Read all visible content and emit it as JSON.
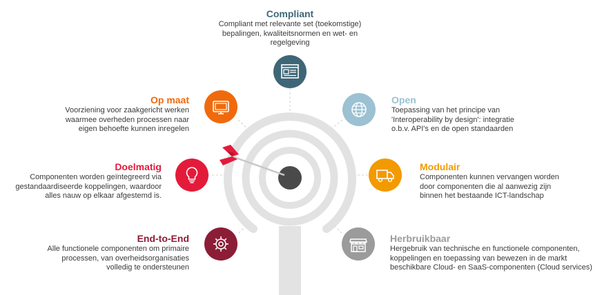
{
  "colors": {
    "compliant": "#3f6677",
    "open": "#9cc1d2",
    "modulair": "#f29a00",
    "herbruikbaar": "#9b9b9b",
    "endtoend": "#8c1d36",
    "doelmatig": "#e31b3b",
    "opmaat": "#f06a0c",
    "target": "#e0e0e0",
    "center": "#4a4a4a",
    "dart": "#e31b3b"
  },
  "items": {
    "compliant": {
      "title": "Compliant",
      "desc": [
        "Compliant met relevante set (toekomstige)",
        "bepalingen, kwaliteitsnormen en wet- en",
        "regelgeving"
      ],
      "icon": "browser-window-icon"
    },
    "open": {
      "title": "Open",
      "desc": [
        "Toepassing van het principe van",
        "'Interoperability by design': integratie",
        "o.b.v. API's en de open standaarden"
      ],
      "icon": "globe-icon"
    },
    "modulair": {
      "title": "Modulair",
      "desc": [
        "Componenten kunnen vervangen worden",
        "door componenten die al aanwezig zijn",
        "binnen het bestaande ICT-landschap"
      ],
      "icon": "truck-icon"
    },
    "herbruikbaar": {
      "title": "Herbruikbaar",
      "desc": [
        "Hergebruik van technische en functionele componenten,",
        "koppelingen en toepassing van bewezen in de markt",
        "beschikbare Cloud- en SaaS-componenten (Cloud services)"
      ],
      "icon": "storefront-icon"
    },
    "endtoend": {
      "title": "End-to-End",
      "desc": [
        "Alle functionele componenten om primaire",
        "processen, van overheidsorganisaties",
        "volledig te ondersteunen"
      ],
      "icon": "gear-icon"
    },
    "doelmatig": {
      "title": "Doelmatig",
      "desc": [
        "Componenten worden geïntegreerd via",
        "gestandaardiseerde koppelingen, waardoor",
        "alles nauw op elkaar afgestemd is."
      ],
      "icon": "lightbulb-icon"
    },
    "opmaat": {
      "title": "Op maat",
      "desc": [
        "Voorziening voor zaakgericht werken",
        "waarmee overheden processen naar",
        "eigen behoefte kunnen inregelen"
      ],
      "icon": "monitor-icon"
    }
  }
}
